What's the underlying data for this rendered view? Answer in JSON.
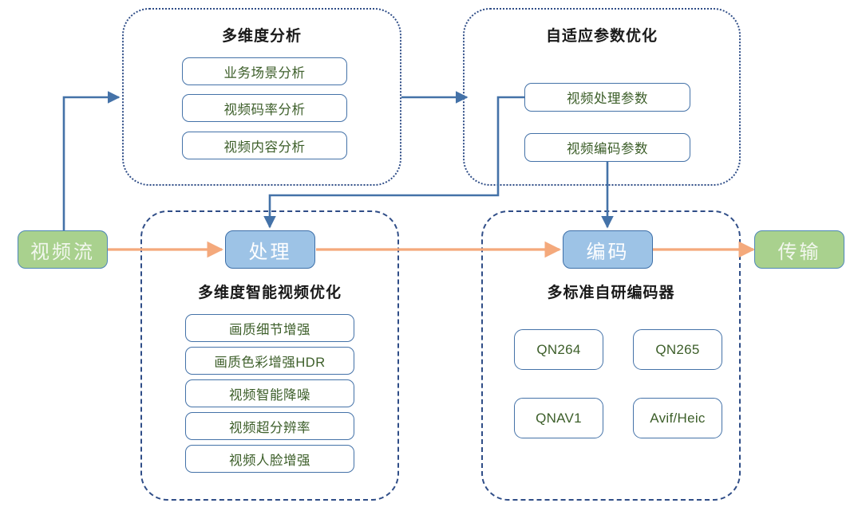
{
  "diagram": {
    "title_hidden": "",
    "colors": {
      "panel_border": "#2F4D87",
      "item_border": "#4472A8",
      "item_text": "#3C5E29",
      "stage_fill": "#9DC3E6",
      "stage_text": "#FFFFFF",
      "terminal_fill": "#A9D18E",
      "terminal_text": "#F2F7EE",
      "blue_connector": "#4472A8",
      "orange_connector": "#F4A97C",
      "background": "#FFFFFF"
    }
  },
  "terminals": {
    "input": {
      "label": "视频流"
    },
    "output": {
      "label": "传输"
    }
  },
  "stages": {
    "process": {
      "label": "处理"
    },
    "encode": {
      "label": "编码"
    }
  },
  "panels": [
    {
      "id": "multi-dimension-analysis",
      "title": "多维度分析",
      "border_style": "dotted",
      "items": [
        {
          "label": "业务场景分析"
        },
        {
          "label": "视频码率分析"
        },
        {
          "label": "视频内容分析"
        }
      ]
    },
    {
      "id": "adaptive-parameter-optimization",
      "title": "自适应参数优化",
      "border_style": "dotted",
      "items": [
        {
          "label": "视频处理参数"
        },
        {
          "label": "视频编码参数"
        }
      ]
    },
    {
      "id": "multi-dimension-smart-video-optimization",
      "title": "多维度智能视频优化",
      "border_style": "dashed",
      "items": [
        {
          "label": "画质细节增强"
        },
        {
          "label": "画质色彩增强HDR"
        },
        {
          "label": "视频智能降噪"
        },
        {
          "label": "视频超分辨率"
        },
        {
          "label": "视频人脸增强"
        }
      ]
    },
    {
      "id": "multi-standard-self-developed-encoder",
      "title": "多标准自研编码器",
      "border_style": "dashed",
      "items": [
        {
          "label": "QN264"
        },
        {
          "label": "QN265"
        },
        {
          "label": "QNAV1"
        },
        {
          "label": "Avif/Heic"
        }
      ]
    }
  ],
  "connectors": [
    {
      "id": "stream-to-analysis",
      "kind": "blue-arrow"
    },
    {
      "id": "analysis-to-parameters",
      "kind": "blue-arrow"
    },
    {
      "id": "process-params-to-process-stage",
      "kind": "blue-arrow"
    },
    {
      "id": "encode-params-to-encode-stage",
      "kind": "blue-arrow"
    },
    {
      "id": "stream-to-process",
      "kind": "orange-arrow"
    },
    {
      "id": "process-to-encode",
      "kind": "orange-arrow"
    },
    {
      "id": "encode-to-transmit",
      "kind": "orange-arrow"
    }
  ]
}
